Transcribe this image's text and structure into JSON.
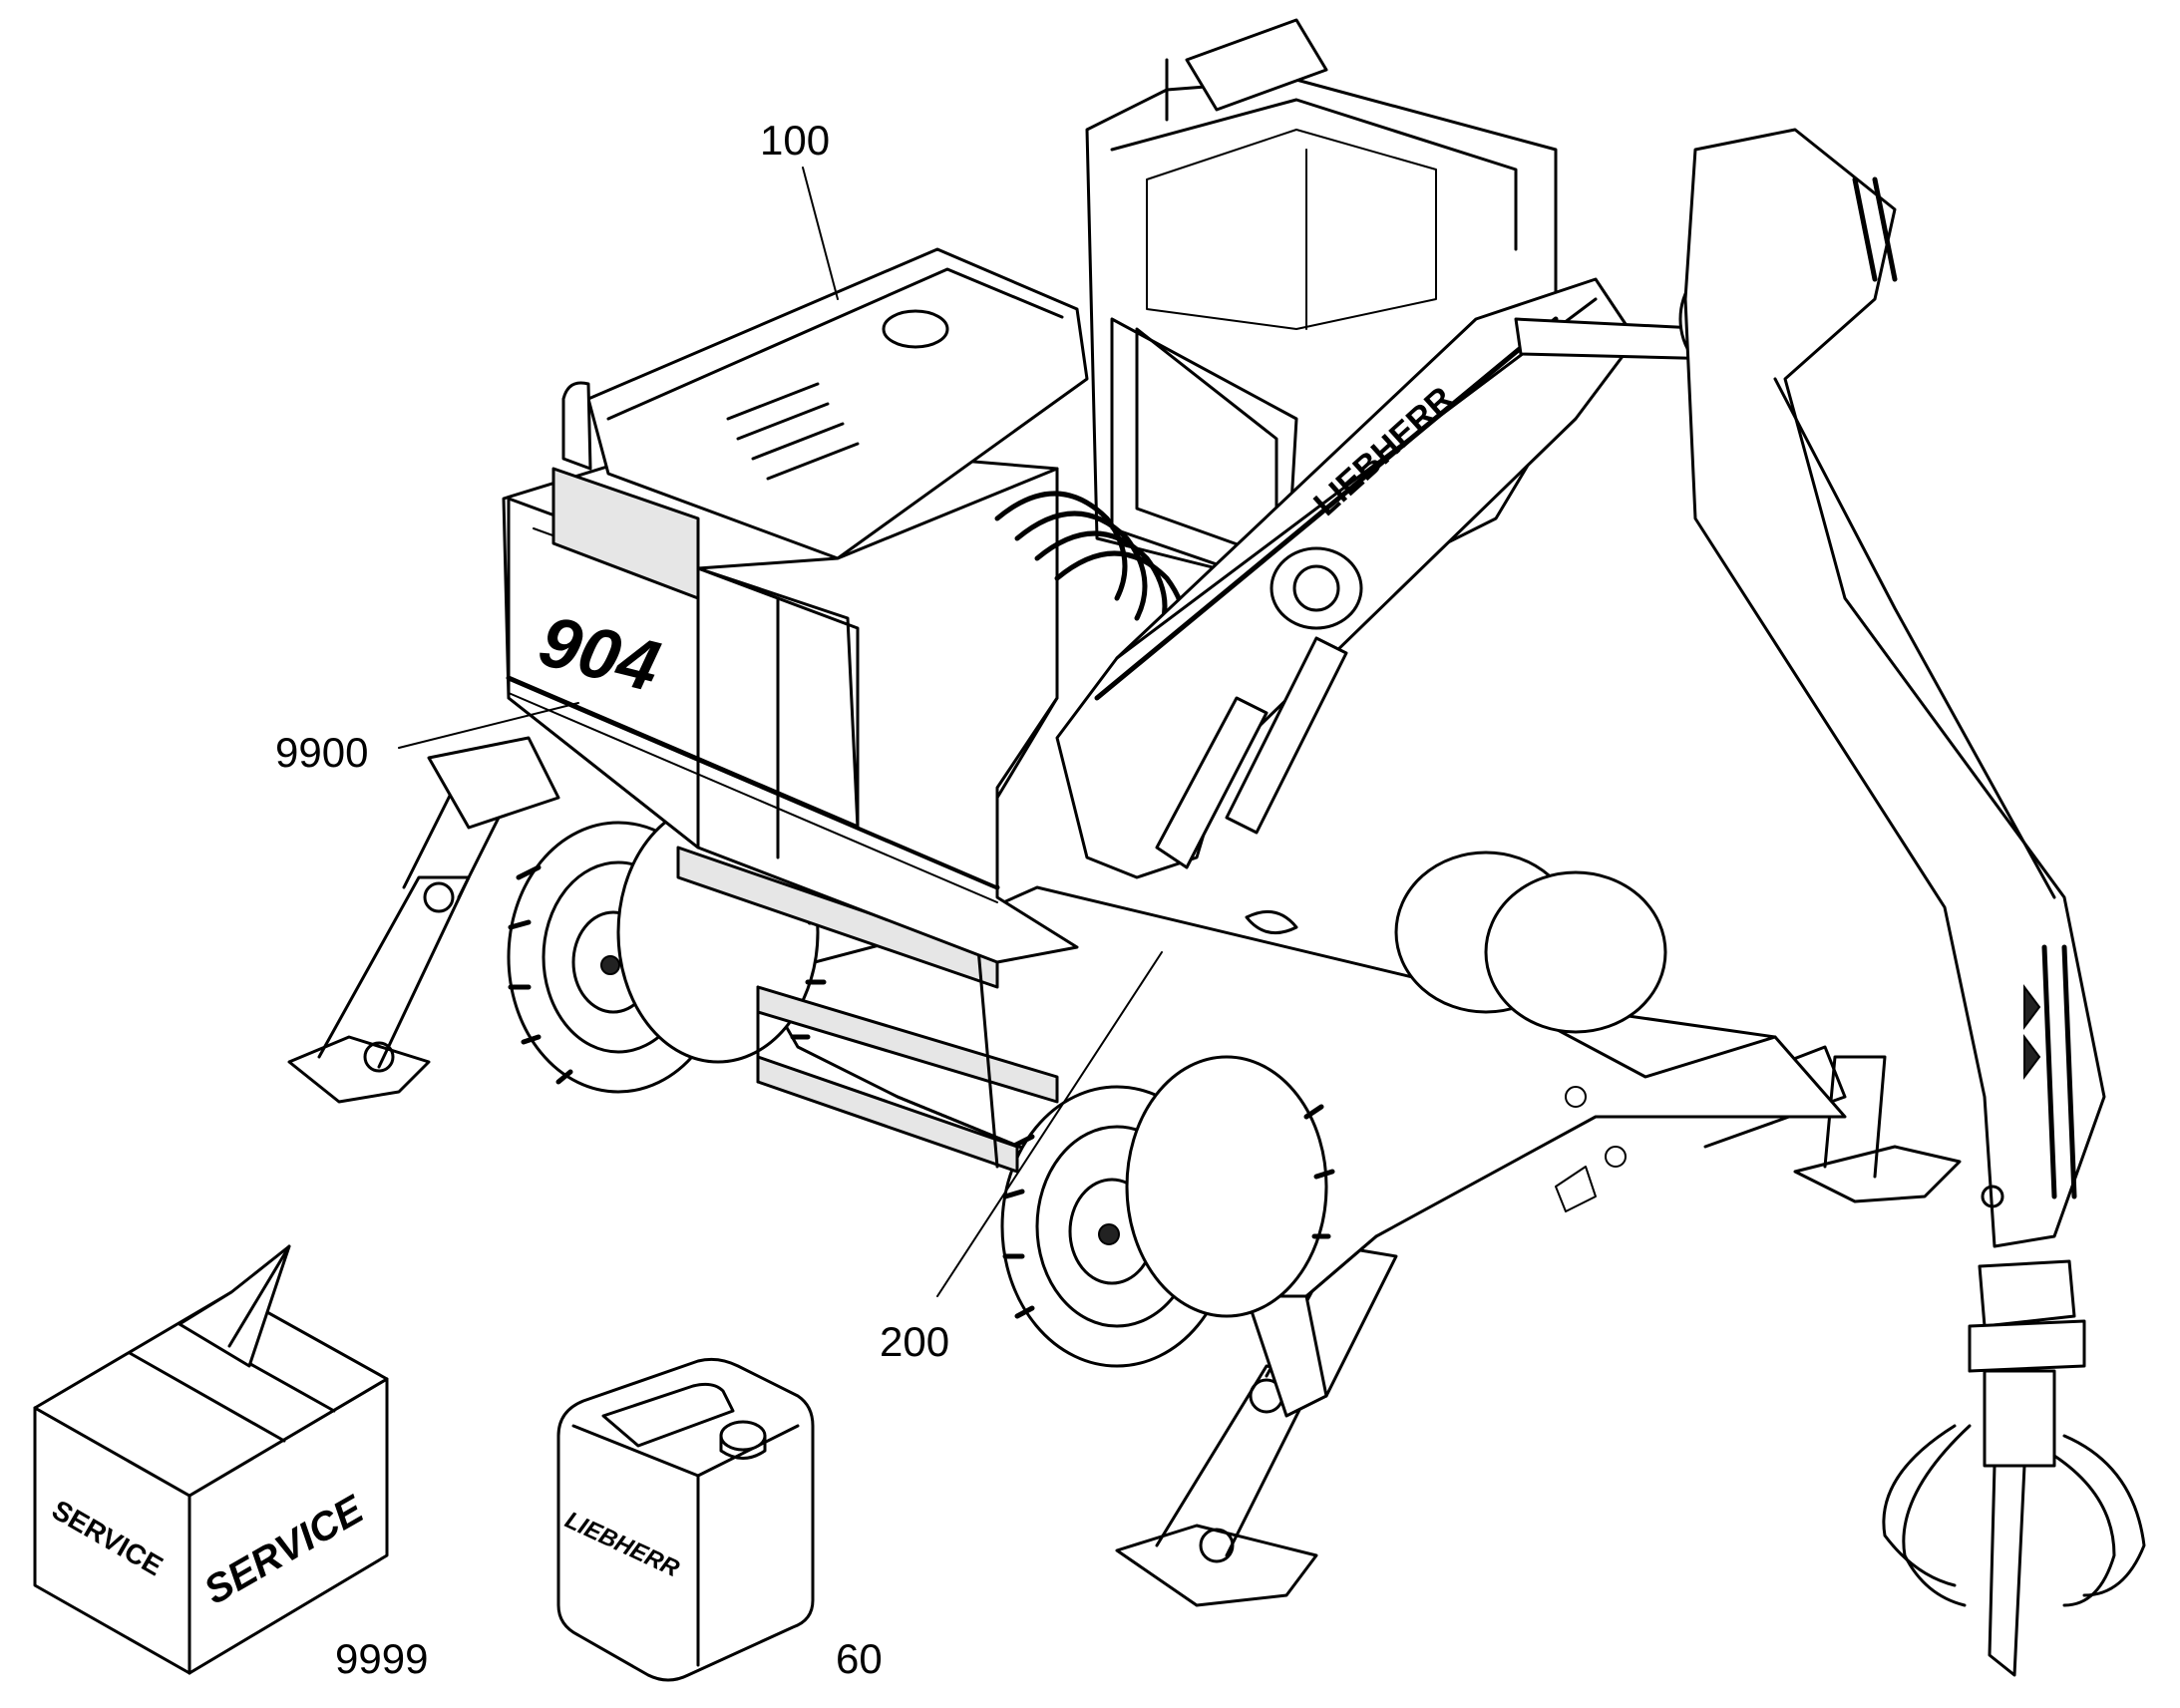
{
  "callouts": {
    "upper_carriage": "100",
    "under_carriage": "200",
    "decal_set": "9900",
    "service_kit": "9999",
    "fluid_can": "60"
  },
  "labels": {
    "box_side": "SERVICE",
    "box_front": "SERVICE",
    "can_brand": "LIEBHERR",
    "boom_brand": "LIEBHERR",
    "model_badge": "904"
  }
}
